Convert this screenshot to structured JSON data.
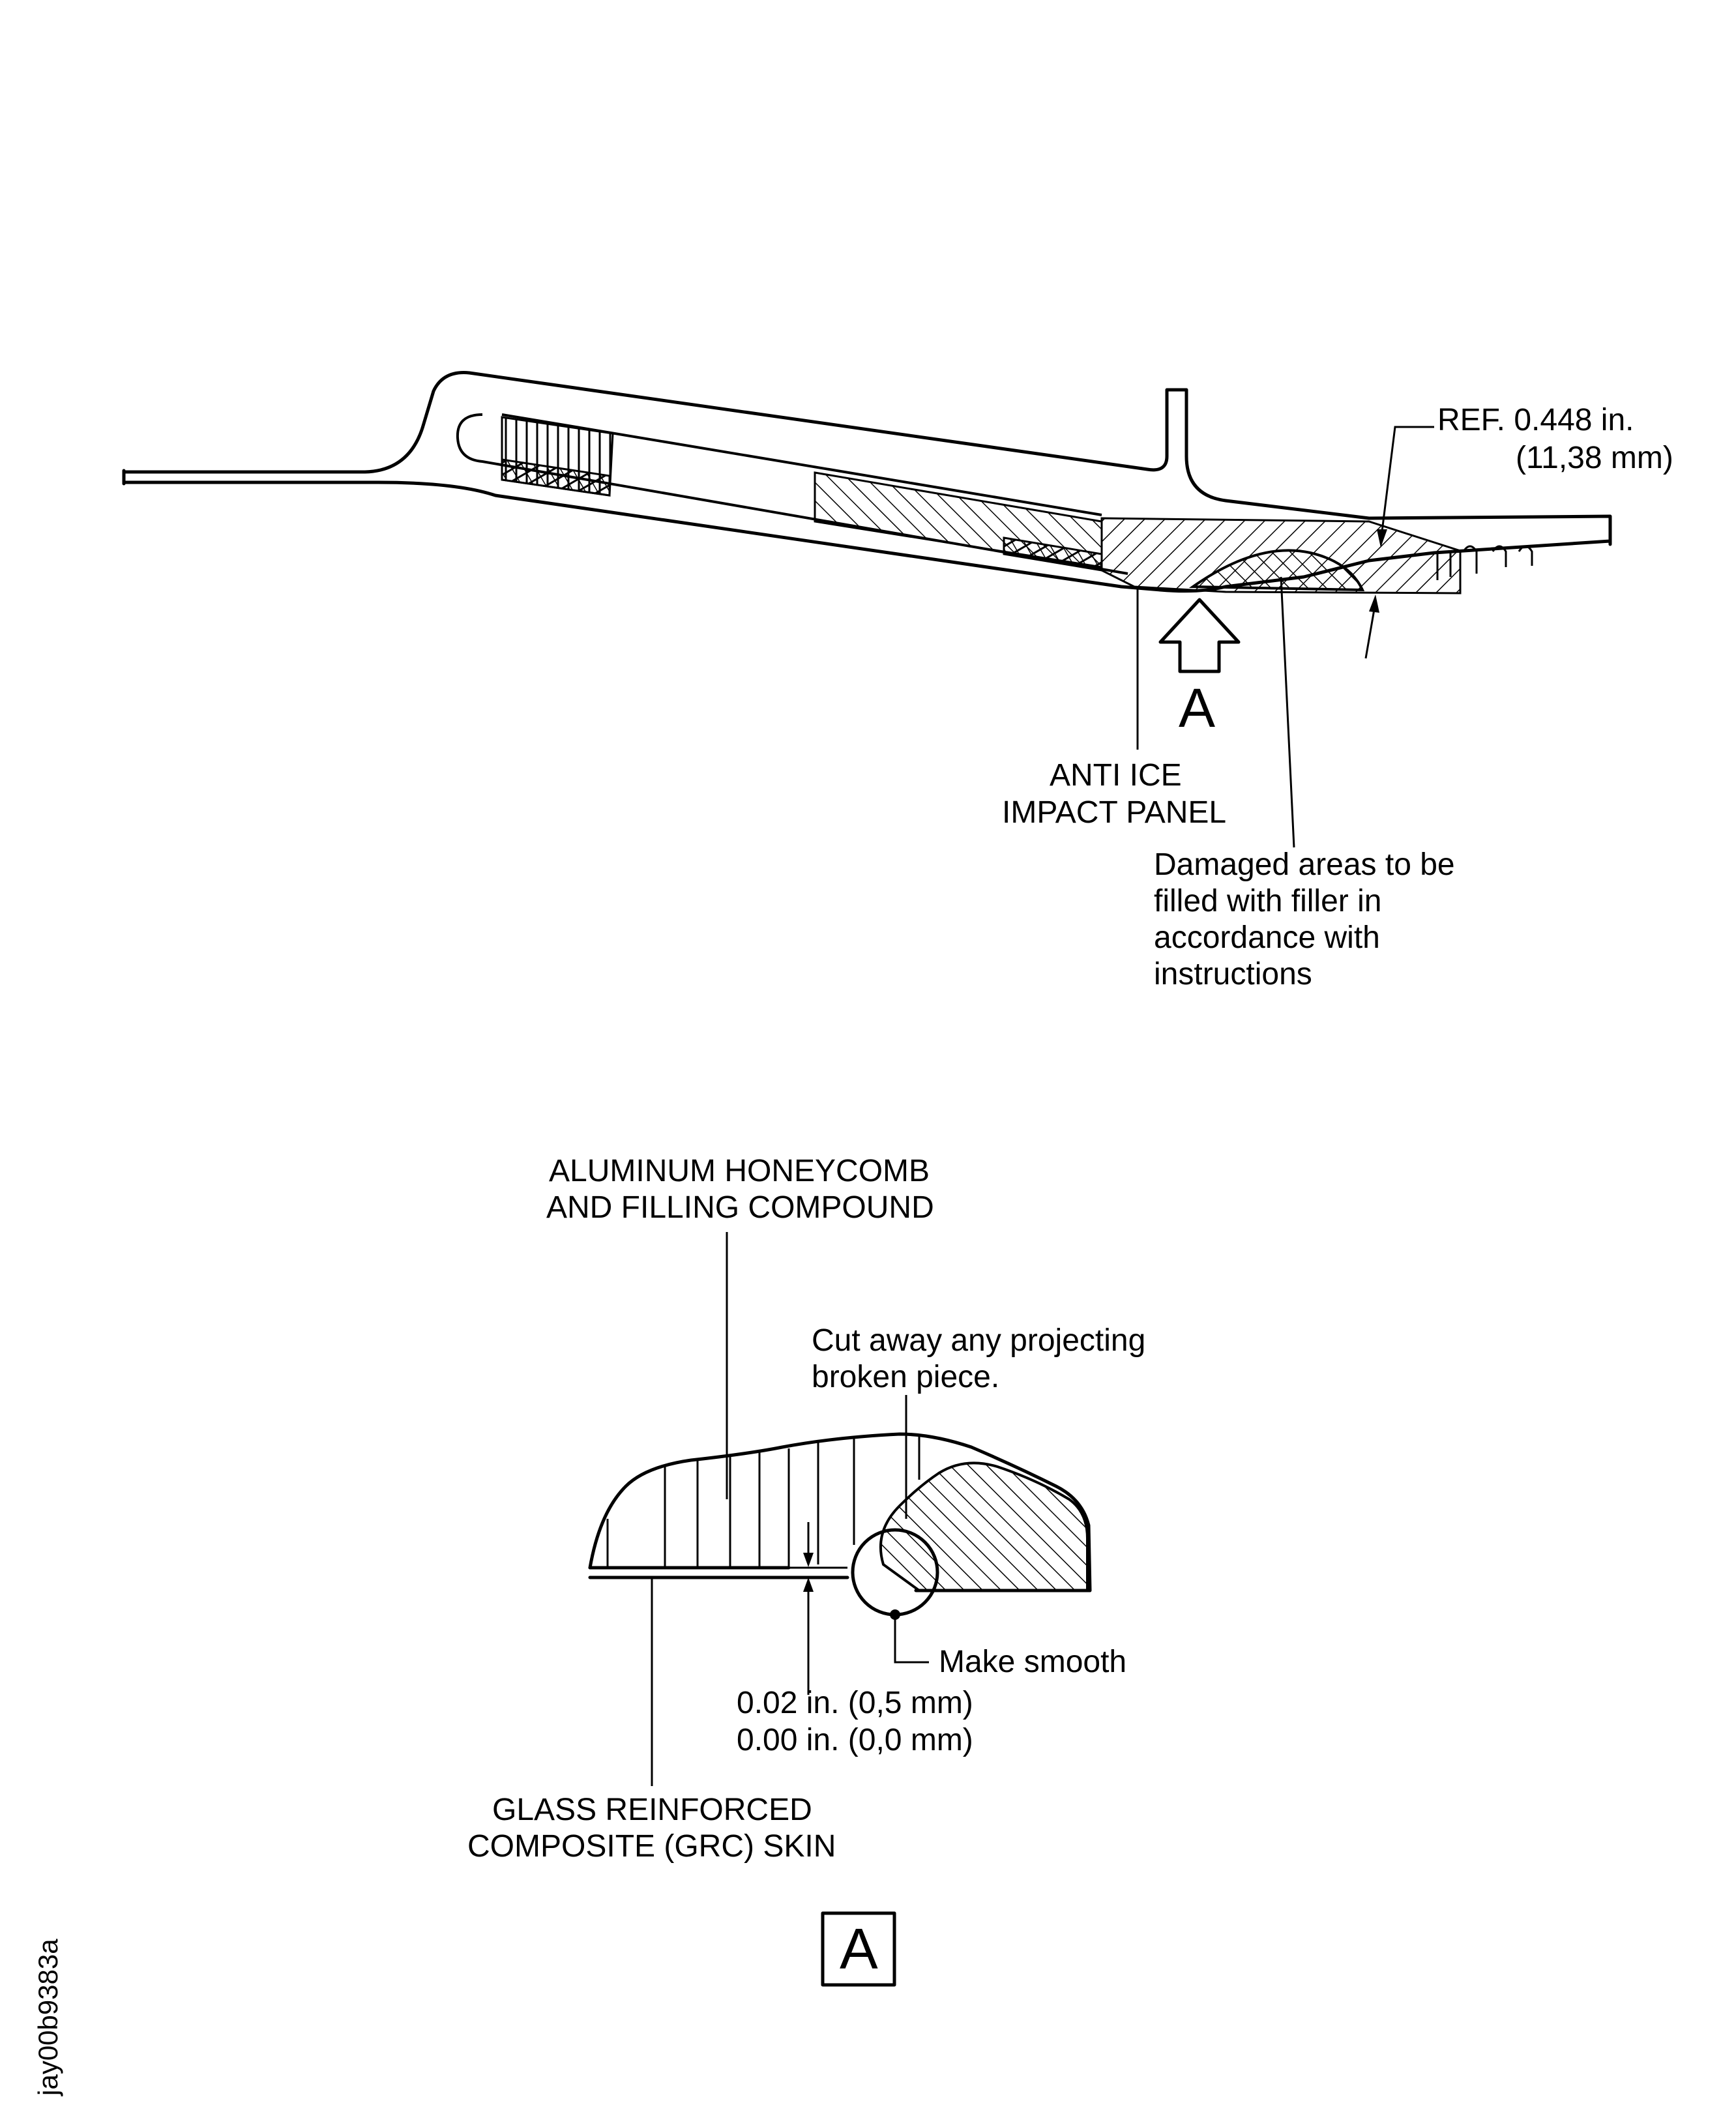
{
  "top_view": {
    "ref_dimension_in": "REF. 0.448 in.",
    "ref_dimension_mm": "(11,38 mm)",
    "view_letter": "A",
    "anti_ice_label": [
      "ANTI ICE",
      "IMPACT PANEL"
    ],
    "damaged_areas_label": [
      "Damaged areas to be",
      "filled with filler in",
      "accordance with",
      "instructions"
    ]
  },
  "detail_view": {
    "honeycomb_label": [
      "ALUMINUM HONEYCOMB",
      "AND FILLING COMPOUND"
    ],
    "cut_away_label": [
      "Cut away any projecting",
      "broken piece."
    ],
    "make_smooth_label": "Make smooth",
    "tolerance_max": "0.02 in. (0,5 mm)",
    "tolerance_min": "0.00 in. (0,0 mm)",
    "skin_label": [
      "GLASS REINFORCED",
      "COMPOSITE (GRC) SKIN"
    ],
    "detail_letter": "A"
  },
  "figure_id": "jay00b9383a"
}
